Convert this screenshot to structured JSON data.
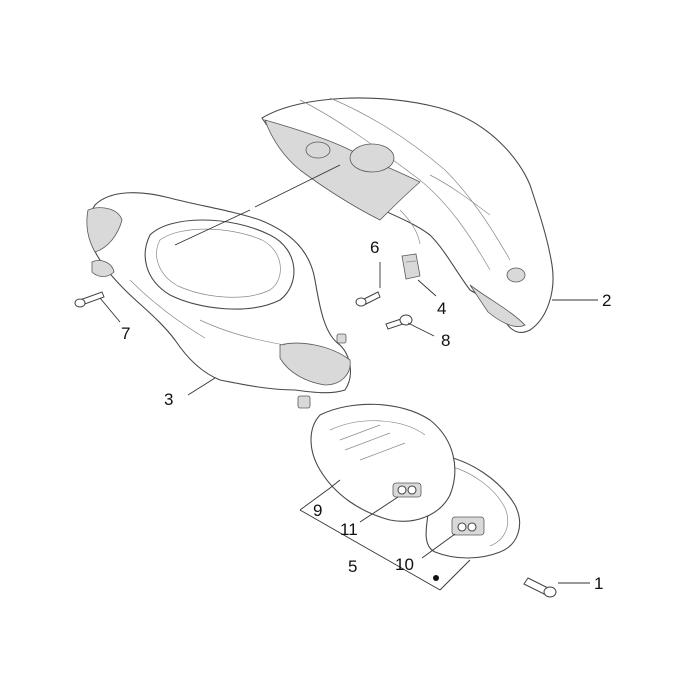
{
  "callouts": {
    "c1": "1",
    "c2": "2",
    "c3": "3",
    "c4": "4",
    "c5": "5",
    "c6": "6",
    "c7": "7",
    "c8": "8",
    "c9": "9",
    "c10": "10",
    "c11": "11"
  },
  "colors": {
    "line": "#4a4a4a",
    "shade": "#d9d9d9",
    "background": "#ffffff"
  }
}
